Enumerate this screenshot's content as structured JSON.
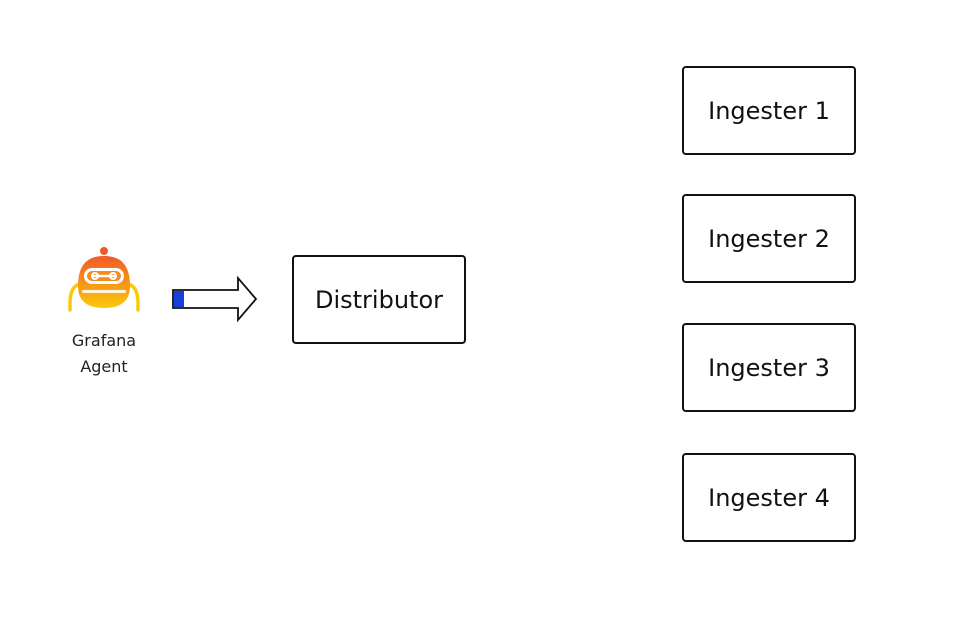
{
  "agent": {
    "label_line1": "Grafana",
    "label_line2": "Agent",
    "icon": "grafana-agent-robot-icon",
    "colors": {
      "gradient_top": "#f05a28",
      "gradient_bottom": "#fbca0a"
    }
  },
  "flow_arrow": {
    "icon": "right-arrow-icon",
    "accent_color": "#1a3fd6",
    "outline_color": "#111111"
  },
  "distributor": {
    "label": "Distributor"
  },
  "ingesters": [
    {
      "label": "Ingester 1"
    },
    {
      "label": "Ingester 2"
    },
    {
      "label": "Ingester 3"
    },
    {
      "label": "Ingester 4"
    }
  ]
}
